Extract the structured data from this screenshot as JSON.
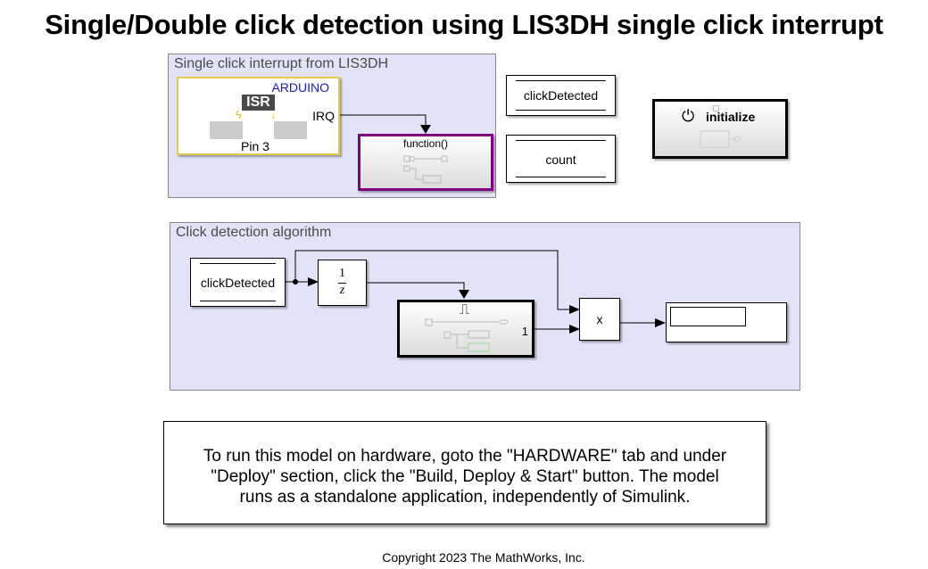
{
  "title": "Single/Double click detection using LIS3DH single click interrupt",
  "areas": {
    "interrupt": {
      "label": "Single click interrupt from LIS3DH"
    },
    "algorithm": {
      "label": "Click detection algorithm"
    }
  },
  "blocks": {
    "interrupt_block": {
      "brand": "ARDUINO",
      "isr_label": "ISR",
      "output_port": "IRQ",
      "pin_label": "Pin 3"
    },
    "function_call": {
      "label": "function()"
    },
    "dsm_click": {
      "label": "clickDetected"
    },
    "dsm_count": {
      "label": "count"
    },
    "initialize": {
      "label": "initialize",
      "icon": "power-icon"
    },
    "ds_read": {
      "label": "clickDetected"
    },
    "unit_delay": {
      "numerator": "1",
      "denominator": "z"
    },
    "triggered_subsystem": {
      "icon": "trigger-pulse-icon",
      "output_port": "1"
    },
    "product": {
      "label": "x"
    },
    "display": {
      "value": ""
    }
  },
  "colors": {
    "area_bg": "#e3e3f8",
    "arduino_blue": "#1a1acc",
    "interrupt_border": "#e8c848",
    "function_border": "#800080",
    "isr_bg": "#4a4a4a"
  },
  "note": {
    "lines": [
      "To run this model on hardware, goto the \"HARDWARE\" tab and under",
      "\"Deploy\" section, click the \"Build, Deploy & Start\" button. The model",
      "runs as a standalone application, independently of Simulink."
    ]
  },
  "copyright": "Copyright 2023 The MathWorks, Inc."
}
